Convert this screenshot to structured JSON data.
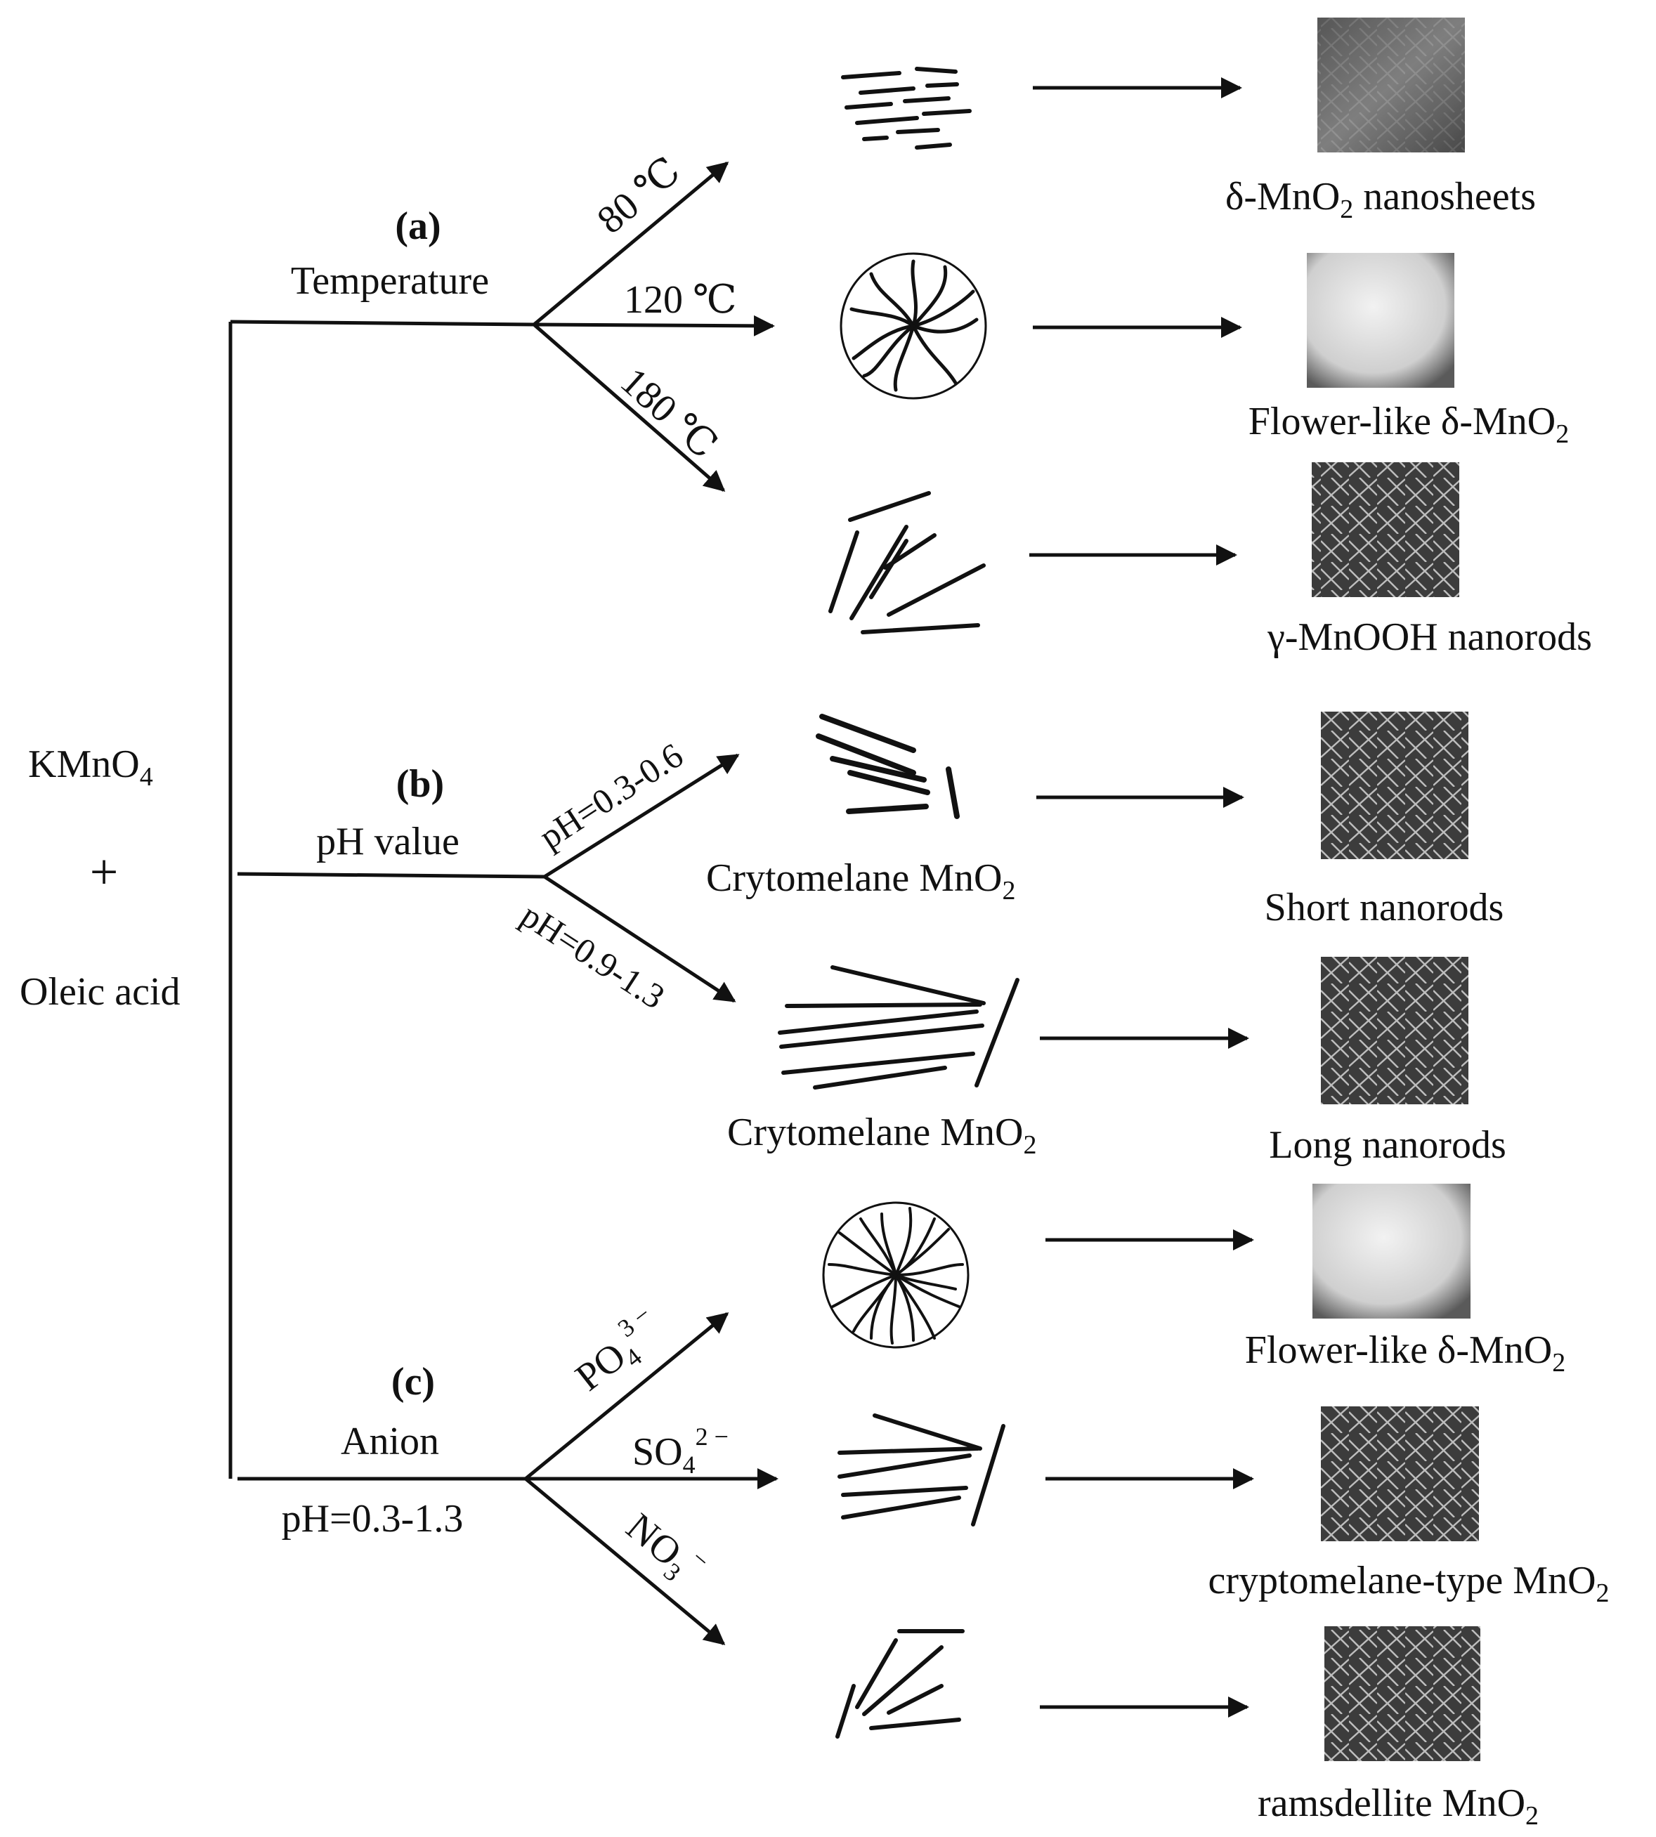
{
  "reactants": {
    "a": "KMnO",
    "a_sub": "4",
    "plus": "+",
    "b": "Oleic acid"
  },
  "branches": {
    "a": {
      "letter": "(a)",
      "label": "Temperature",
      "conditions": [
        "80 ℃",
        "120 ℃",
        "180 ℃"
      ]
    },
    "b": {
      "letter": "(b)",
      "label": "pH value",
      "conditions": [
        "pH=0.3-0.6",
        "pH=0.9-1.3"
      ],
      "middle_labels": [
        {
          "main": "Crytomelane MnO",
          "sub": "2"
        },
        {
          "main": "Crytomelane MnO",
          "sub": "2"
        }
      ]
    },
    "c": {
      "letter": "(c)",
      "label": "Anion",
      "sublabel": "pH=0.3-1.3",
      "conditions": [
        {
          "main": "PO",
          "sub": "4",
          "sup": "3 −"
        },
        {
          "main": "SO",
          "sub": "4",
          "sup": "2 −"
        },
        {
          "main": "NO",
          "sub": "3",
          "sup": "−"
        }
      ]
    }
  },
  "products": [
    {
      "pre": "δ-MnO",
      "sub": "2",
      "post": " nanosheets"
    },
    {
      "pre": "Flower-like δ-MnO",
      "sub": "2",
      "post": ""
    },
    {
      "pre": "γ-MnOOH nanorods",
      "sub": "",
      "post": ""
    },
    {
      "pre": "Short nanorods",
      "sub": "",
      "post": ""
    },
    {
      "pre": "Long nanorods",
      "sub": "",
      "post": ""
    },
    {
      "pre": "Flower-like δ-MnO",
      "sub": "2",
      "post": ""
    },
    {
      "pre": "cryptomelane-type MnO",
      "sub": "2",
      "post": ""
    },
    {
      "pre": "ramsdellite MnO",
      "sub": "2",
      "post": ""
    }
  ],
  "colors": {
    "ink": "#111111",
    "sem_dark": "#3a3a3a",
    "sem_light": "#d8d8d8"
  }
}
